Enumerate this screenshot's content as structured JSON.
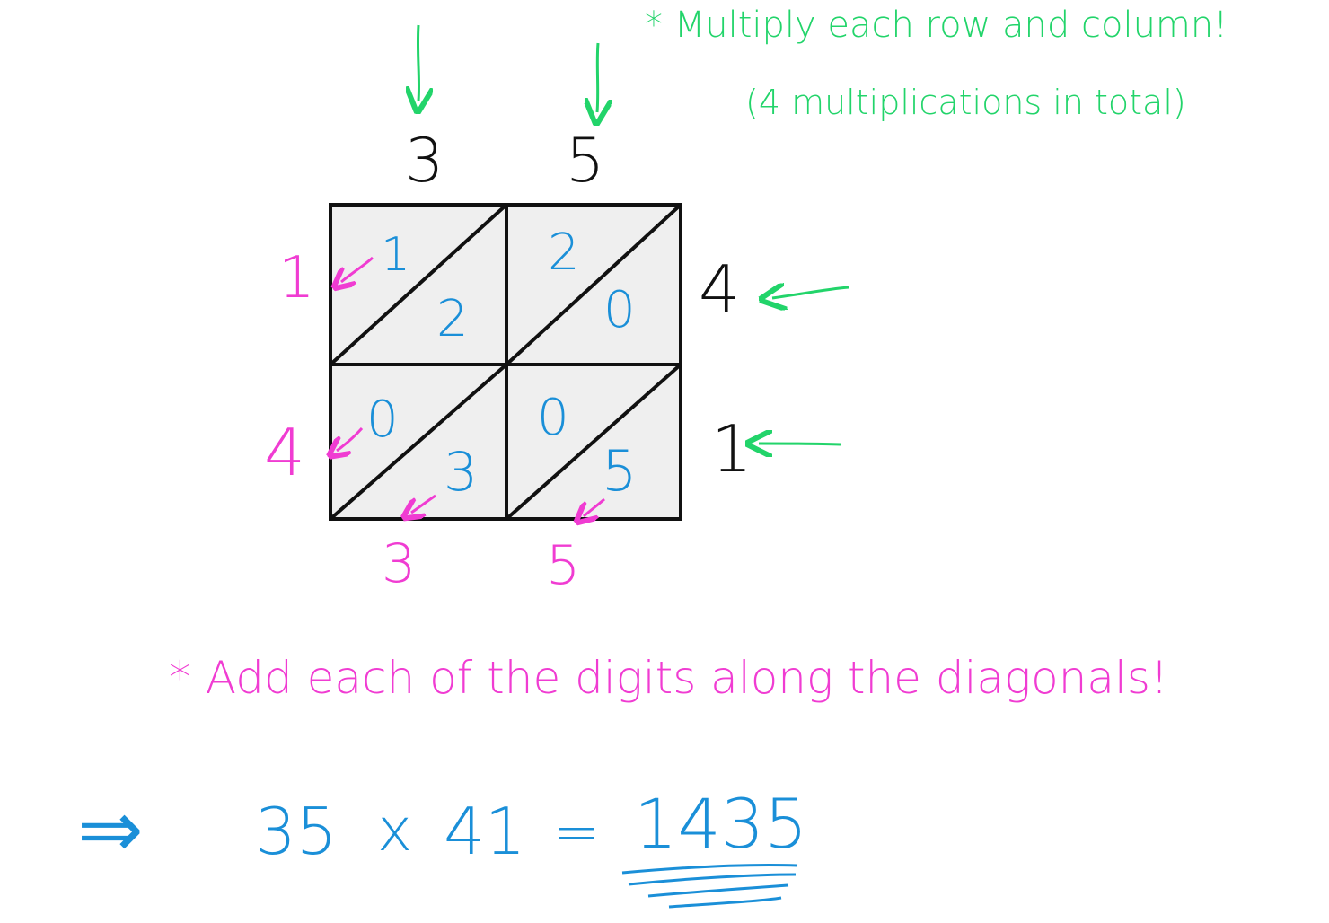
{
  "colors": {
    "green": "#22d46a",
    "pink": "#f03cd2",
    "blue": "#1a8fd8",
    "black": "#111111",
    "cell_fill": "#efefef"
  },
  "notes": {
    "multiply_line1": "* Multiply each row and column!",
    "multiply_line2": "(4 multiplications in total)",
    "add_diagonals": "* Add each of the digits along the diagonals!"
  },
  "grid": {
    "top_factor": [
      "3",
      "5"
    ],
    "right_factor": [
      "4",
      "1"
    ],
    "cells": [
      {
        "tens": "1",
        "ones": "2"
      },
      {
        "tens": "2",
        "ones": "0"
      },
      {
        "tens": "0",
        "ones": "3"
      },
      {
        "tens": "0",
        "ones": "5"
      }
    ],
    "left_sums": [
      "1",
      "4"
    ],
    "bottom_sums": [
      "3",
      "5"
    ]
  },
  "result": {
    "arrow": "⇒",
    "left": "35",
    "op": "x",
    "right": "41",
    "equals": "=",
    "answer": "1435"
  }
}
